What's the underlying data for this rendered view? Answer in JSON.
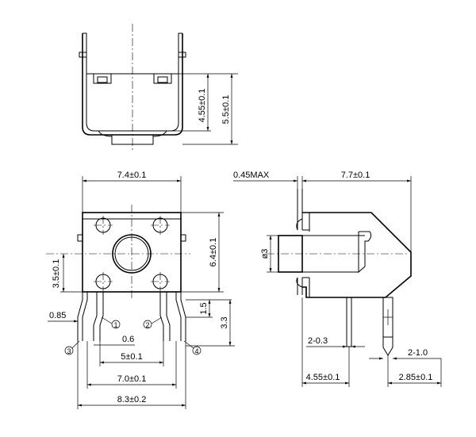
{
  "top_view": {
    "dim_height_inner": "4.55±0.1",
    "dim_height_outer": "5.5±0.1"
  },
  "front_view": {
    "dim_width_body": "7.4±0.1",
    "dim_height_body": "6.4±0.1",
    "dim_center_height": "3.5±0.1",
    "dim_lead_offset": "0.85",
    "dim_lead_width": "0.6",
    "dim_pin_inner": "5±0.1",
    "dim_pin_outer": "7.0±0.1",
    "dim_overall": "8.3±0.2",
    "dim_lead_step": "1.5",
    "dim_lead_length": "3.3",
    "pin_1": "1",
    "pin_2": "2",
    "pin_3": "3",
    "pin_4": "4"
  },
  "side_view": {
    "dim_plate": "0.45MAX",
    "dim_depth": "7.7±0.1",
    "dim_button_dia": "ø3",
    "dim_pin_a": "2-0.3",
    "dim_pin_b": "2-1.0",
    "dim_pin_offset_a": "4.55±0.1",
    "dim_pin_offset_b": "2.85±0.1"
  }
}
